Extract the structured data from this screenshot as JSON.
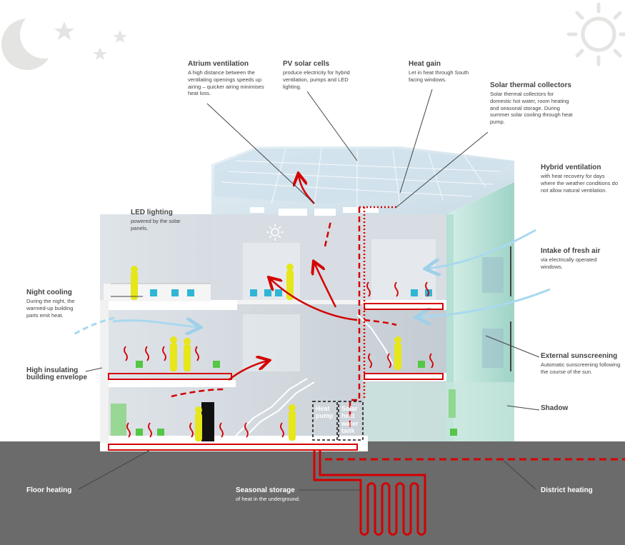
{
  "labels": {
    "atrium": {
      "title": "Atrium ventilation",
      "desc": "A high distance between the ventilating openings speeds up airing – quicker airing minimises heat loss."
    },
    "pv": {
      "title": "PV solar cells",
      "desc": "produce electricity for hybrid ventilation, pumps and LED lighting."
    },
    "heat_gain": {
      "title": "Heat gain",
      "desc": "Let in heat through South facing windows."
    },
    "solar_thermal": {
      "title": "Solar thermal collectors",
      "desc": "Solar thermal collectors for domestic hot water, room heating and seasonal storage. During summer solar cooling through heat pump."
    },
    "hybrid": {
      "title": "Hybrid ventilation",
      "desc": "with heat recovery for days where the weather conditions do not allow natural ventilation."
    },
    "led": {
      "title": "LED lighting",
      "desc": "powered by the solar panels."
    },
    "intake": {
      "title": "Intake of fresh air",
      "desc": "via electrically operated windows."
    },
    "night": {
      "title": "Night cooling",
      "desc": "During the night, the warmed-up building parts emit heat."
    },
    "envelope": {
      "title": "High insulating building envelope"
    },
    "sunscreen": {
      "title": "External sunscreening",
      "desc": "Automatic sunscreening following the course of the sun."
    },
    "shadow": {
      "title": "Shadow"
    },
    "floor": {
      "title": "Floor heating"
    },
    "seasonal": {
      "title": "Seasonal storage",
      "desc": "of heat in the underground."
    },
    "district": {
      "title": "District heating"
    },
    "heat_pump": {
      "title": "Heat pump"
    },
    "tank": {
      "title": "Solar heat water tank"
    }
  },
  "colors": {
    "ground": "#6b6b6b",
    "heat_pipe": "#d40000",
    "air": "#a9d8ef",
    "glass": "#c9e9e2",
    "person": "#e6e61a"
  }
}
